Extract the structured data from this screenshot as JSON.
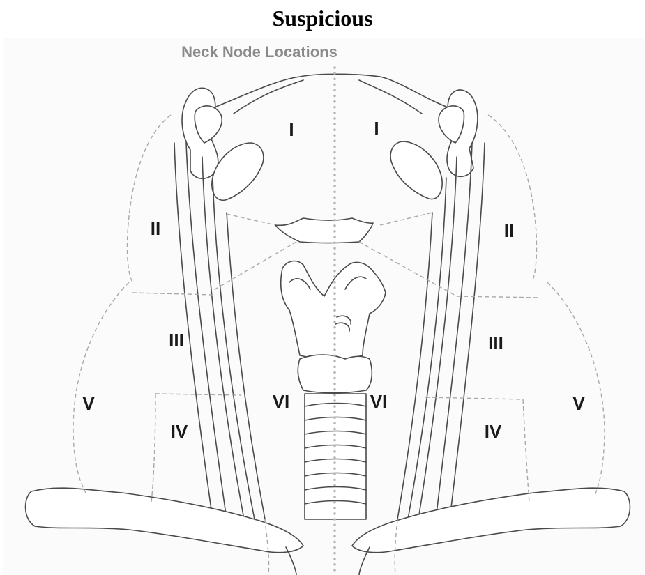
{
  "page": {
    "heading": "Suspicious"
  },
  "figure": {
    "subtitle": "Neck Node Locations",
    "levels": {
      "left_I": "I",
      "right_I": "I",
      "left_II": "II",
      "right_II": "II",
      "left_III": "III",
      "right_III": "III",
      "left_IV": "IV",
      "right_IV": "IV",
      "left_V": "V",
      "right_V": "V",
      "left_VI": "VI",
      "right_VI": "VI"
    },
    "colors": {
      "line_art": "#4a4a4a",
      "region_boundary": "#a8a8a8",
      "subtitle": "#8a8a8a",
      "labels": "#1a1a1a"
    }
  }
}
